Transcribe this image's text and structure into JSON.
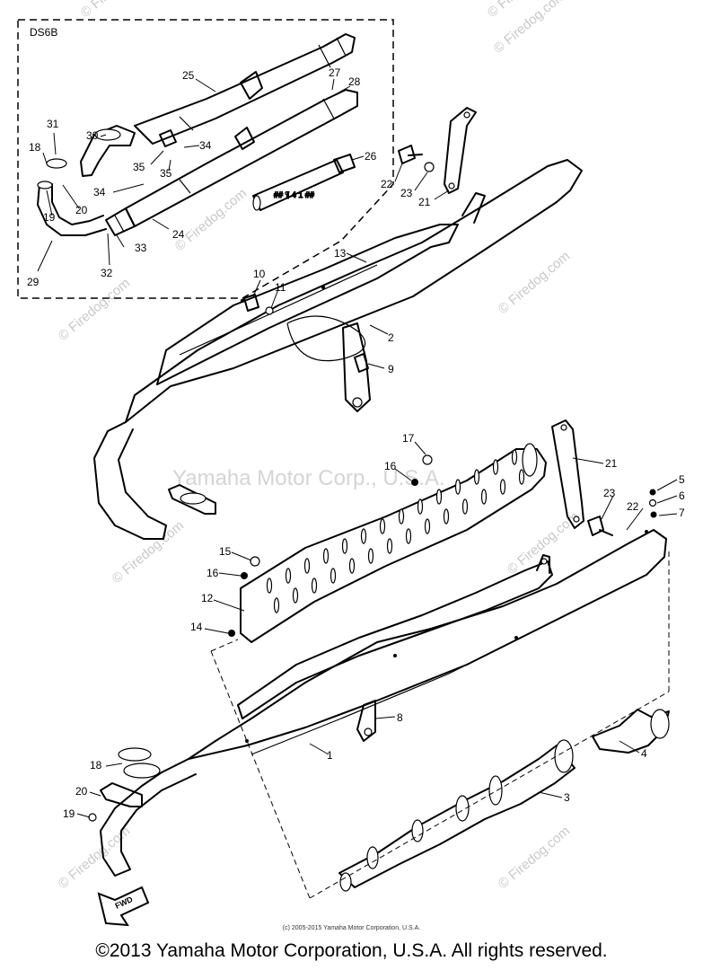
{
  "diagram": {
    "variant_box_label": "DS6B",
    "watermark_center": "Yamaha Motor Corp., U.S.A.",
    "watermark_tiles": [
      "© Firedog.com",
      "© Firedog.com",
      "© Firedog.com",
      "© Firedog.com",
      "© Firedog.com",
      "© Firedog.com",
      "© Firedog.com",
      "© Firedog.com",
      "© Firedog.com",
      "© Firedog.com"
    ],
    "fwd_label": "FWD",
    "callouts": [
      "25",
      "27",
      "28",
      "31",
      "30",
      "18",
      "34",
      "35",
      "35",
      "26",
      "20",
      "19",
      "34",
      "24",
      "29",
      "32",
      "33",
      "22",
      "23",
      "21",
      "13",
      "10",
      "11",
      "2",
      "9",
      "17",
      "16",
      "21",
      "5",
      "6",
      "7",
      "22",
      "23",
      "15",
      "16",
      "12",
      "14",
      "8",
      "1",
      "4",
      "18",
      "3",
      "20",
      "19"
    ]
  },
  "footer": {
    "small_copyright": "(c) 2005-2015 Yamaha Motor Corporation, U.S.A.",
    "copyright": "©2013 Yamaha Motor Corporation, U.S.A. All rights reserved."
  }
}
